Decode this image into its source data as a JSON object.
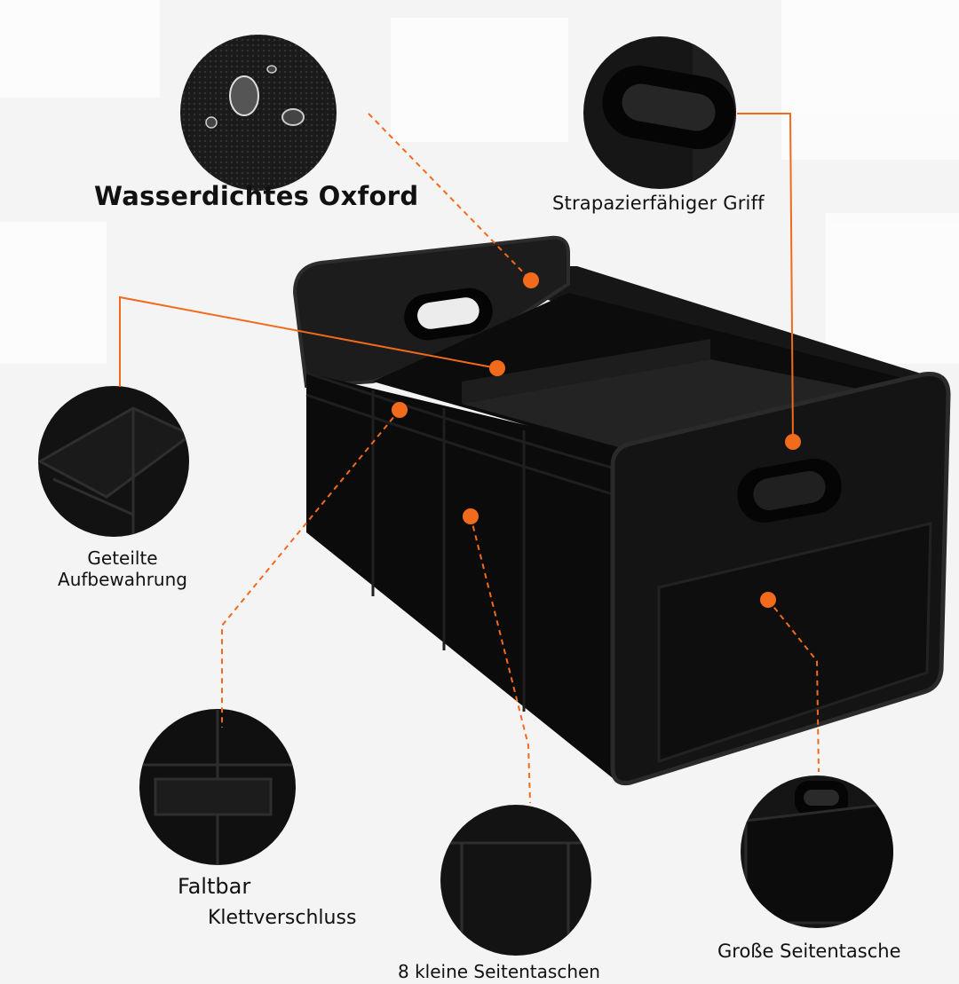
{
  "labels": {
    "oxford": "Wasserdichtes Oxford",
    "griff": "Strapazierfähiger Griff",
    "geteilte_line1": "Geteilte",
    "geteilte_line2": "Aufbewahrung",
    "faltbar": "Faltbar",
    "klettverschluss": "Klettverschluss",
    "seitentaschen": "8 kleine Seitentaschen",
    "grosse_seitentasche": "Große Seitentasche"
  },
  "colors": {
    "accent": "#f26a1b",
    "product": "#111111",
    "background": "#f4f4f4"
  }
}
